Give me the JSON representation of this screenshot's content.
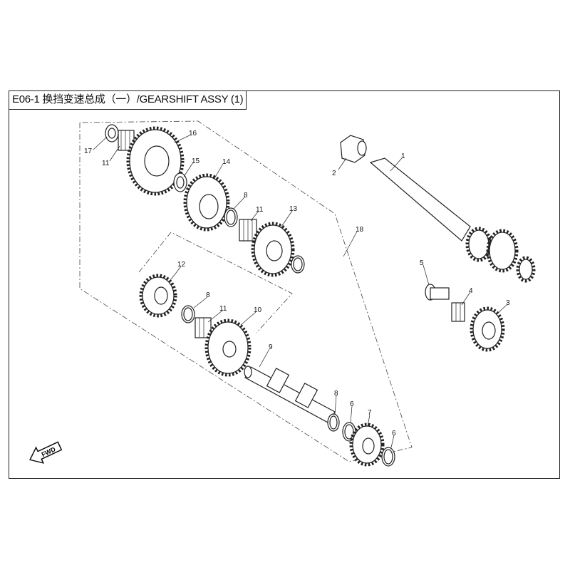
{
  "title": "E06-1 换挡变速总成（一）/GEARSHIFT ASSY (1)",
  "fwd_label": "FWD",
  "callouts": {
    "p17": "17",
    "p11a": "11",
    "p16": "16",
    "p15": "15",
    "p14": "14",
    "p8a": "8",
    "p11b": "11",
    "p13": "13",
    "p18": "18",
    "p1": "1",
    "p2": "2",
    "p12": "12",
    "p8b": "8",
    "p11c": "11",
    "p10": "10",
    "p9": "9",
    "p5": "5",
    "p4": "4",
    "p3": "3",
    "p8c": "8",
    "p6a": "6",
    "p7": "7",
    "p6b": "6"
  }
}
